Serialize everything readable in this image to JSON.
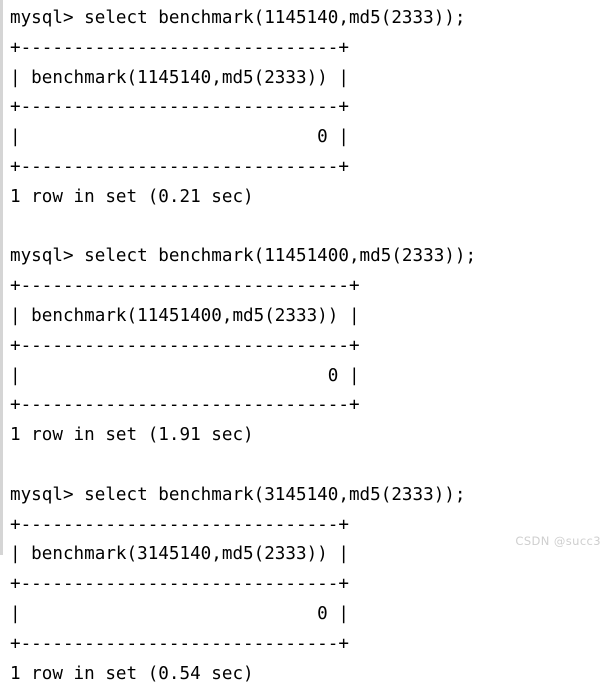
{
  "terminal": {
    "app": "mysql-client-console",
    "prompt": "mysql> ",
    "colors": {
      "background": "#ffffff",
      "text": "#000000",
      "left_border": "#d5d5d5",
      "watermark": "#cfcfcf"
    },
    "blocks": [
      {
        "command": "mysql> select benchmark(1145140,md5(2333));",
        "top_rule": "+------------------------------+",
        "header_row": "| benchmark(1145140,md5(2333)) |",
        "mid_rule": "+------------------------------+",
        "data_row": "|                            0 |",
        "bottom_rule": "+------------------------------+",
        "status": "1 row in set (0.21 sec)",
        "query": "select benchmark(1145140,md5(2333));",
        "column_header": "benchmark(1145140,md5(2333))",
        "value": "0",
        "row_count": "1",
        "duration_sec": "0.21"
      },
      {
        "command": "mysql> select benchmark(11451400,md5(2333));",
        "top_rule": "+-------------------------------+",
        "header_row": "| benchmark(11451400,md5(2333)) |",
        "mid_rule": "+-------------------------------+",
        "data_row": "|                             0 |",
        "bottom_rule": "+-------------------------------+",
        "status": "1 row in set (1.91 sec)",
        "query": "select benchmark(11451400,md5(2333));",
        "column_header": "benchmark(11451400,md5(2333))",
        "value": "0",
        "row_count": "1",
        "duration_sec": "1.91"
      },
      {
        "command": "mysql> select benchmark(3145140,md5(2333));",
        "top_rule": "+------------------------------+",
        "header_row": "| benchmark(3145140,md5(2333)) |",
        "mid_rule": "+------------------------------+",
        "data_row": "|                            0 |",
        "bottom_rule": "+------------------------------+",
        "status": "1 row in set (0.54 sec)",
        "query": "select benchmark(3145140,md5(2333));",
        "column_header": "benchmark(3145140,md5(2333))",
        "value": "0",
        "row_count": "1",
        "duration_sec": "0.54"
      }
    ],
    "full_text": "mysql> select benchmark(1145140,md5(2333));\n+------------------------------+\n| benchmark(1145140,md5(2333)) |\n+------------------------------+\n|                            0 |\n+------------------------------+\n1 row in set (0.21 sec)\n\nmysql> select benchmark(11451400,md5(2333));\n+-------------------------------+\n| benchmark(11451400,md5(2333)) |\n+-------------------------------+\n|                             0 |\n+-------------------------------+\n1 row in set (1.91 sec)\n\nmysql> select benchmark(3145140,md5(2333));\n+------------------------------+\n| benchmark(3145140,md5(2333)) |\n+------------------------------+\n|                            0 |\n+------------------------------+\n1 row in set (0.54 sec)"
  },
  "watermark": {
    "label": "CSDN @succ3"
  }
}
